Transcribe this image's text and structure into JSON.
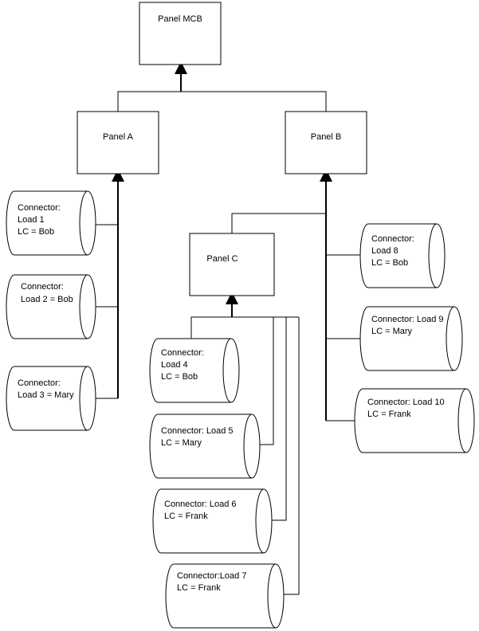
{
  "panels": {
    "mcb": {
      "label": "Panel MCB"
    },
    "a": {
      "label": "Panel A"
    },
    "b": {
      "label": "Panel B"
    },
    "c": {
      "label": "Panel C"
    }
  },
  "connectors": {
    "load1": {
      "lines": [
        "Connector:",
        "Load 1",
        "LC = Bob"
      ]
    },
    "load2": {
      "lines": [
        "Connector:",
        "Load 2 = Bob"
      ]
    },
    "load3": {
      "lines": [
        "Connector:",
        "Load 3 = Mary"
      ]
    },
    "load4": {
      "lines": [
        "Connector:",
        "Load 4",
        "LC = Bob"
      ]
    },
    "load5": {
      "lines": [
        "Connector: Load 5",
        "LC = Mary"
      ]
    },
    "load6": {
      "lines": [
        "Connector: Load 6",
        "LC = Frank"
      ]
    },
    "load7": {
      "lines": [
        "Connector:Load 7",
        "LC = Frank"
      ]
    },
    "load8": {
      "lines": [
        "Connector:",
        "Load 8",
        "LC = Bob"
      ]
    },
    "load9": {
      "lines": [
        "Connector: Load 9",
        "LC = Mary"
      ]
    },
    "load10": {
      "lines": [
        "Connector: Load 10",
        "LC = Frank"
      ]
    }
  },
  "colors": {
    "stroke": "#000000",
    "fill": "#ffffff"
  }
}
